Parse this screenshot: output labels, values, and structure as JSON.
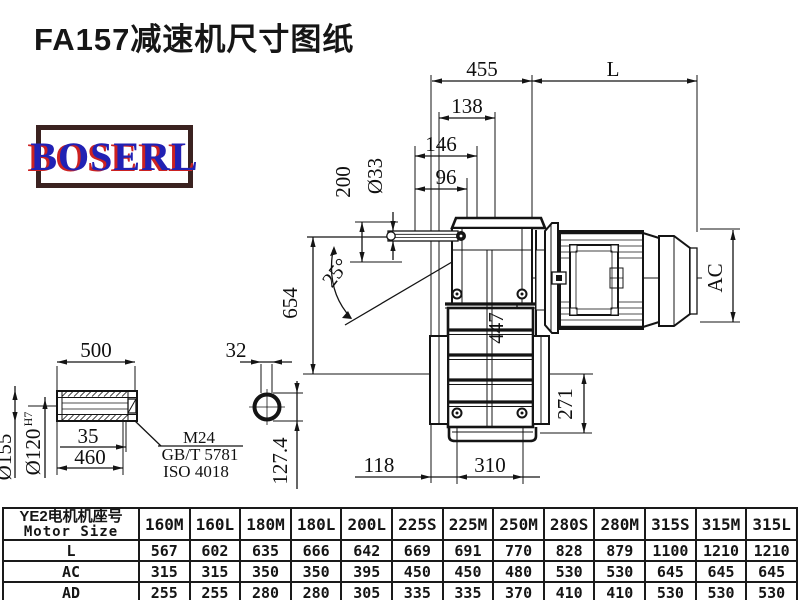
{
  "title": "FA157减速机尺寸图纸",
  "logo": {
    "text": "BOSERL"
  },
  "drawing": {
    "dims": {
      "d455": "455",
      "dL": "L",
      "d138": "138",
      "d146": "146",
      "d96": "96",
      "d200": "200",
      "d33": "Ø33",
      "d25": "25°",
      "d654": "654",
      "d447": "447",
      "dAC": "AC",
      "d271": "271",
      "d500": "500",
      "d32": "32",
      "d35": "35",
      "d460": "460",
      "d155": "Ø155",
      "d120": "Ø120",
      "d120_tol": "H7",
      "d1274": "127.4",
      "d118": "118",
      "d310": "310",
      "thread": "M24",
      "standard1": "GB/T 5781",
      "standard2": "ISO 4018"
    }
  },
  "table": {
    "header": {
      "line1": "YE2电机机座号",
      "line2": "Motor Size"
    },
    "columns": [
      "160M",
      "160L",
      "180M",
      "180L",
      "200L",
      "225S",
      "225M",
      "250M",
      "280S",
      "280M",
      "315S",
      "315M",
      "315L"
    ],
    "rows": [
      {
        "label": "L",
        "values": [
          "567",
          "602",
          "635",
          "666",
          "642",
          "669",
          "691",
          "770",
          "828",
          "879",
          "1100",
          "1210",
          "1210"
        ]
      },
      {
        "label": "AC",
        "values": [
          "315",
          "315",
          "350",
          "350",
          "395",
          "450",
          "450",
          "480",
          "530",
          "530",
          "645",
          "645",
          "645"
        ]
      },
      {
        "label": "AD",
        "values": [
          "255",
          "255",
          "280",
          "280",
          "305",
          "335",
          "335",
          "370",
          "410",
          "410",
          "530",
          "530",
          "530"
        ]
      }
    ]
  }
}
